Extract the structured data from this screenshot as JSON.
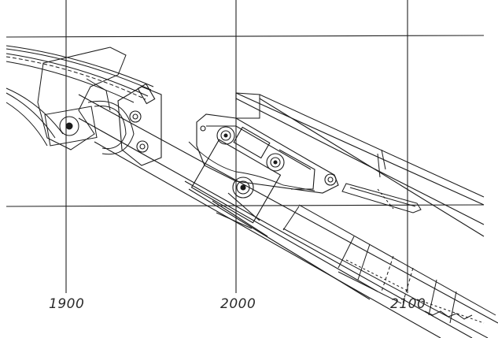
{
  "title": "",
  "ink_color": "#1a1a1a",
  "grid_color": "#222222",
  "station_labels": [
    "1900",
    "2000",
    "2100"
  ]
}
